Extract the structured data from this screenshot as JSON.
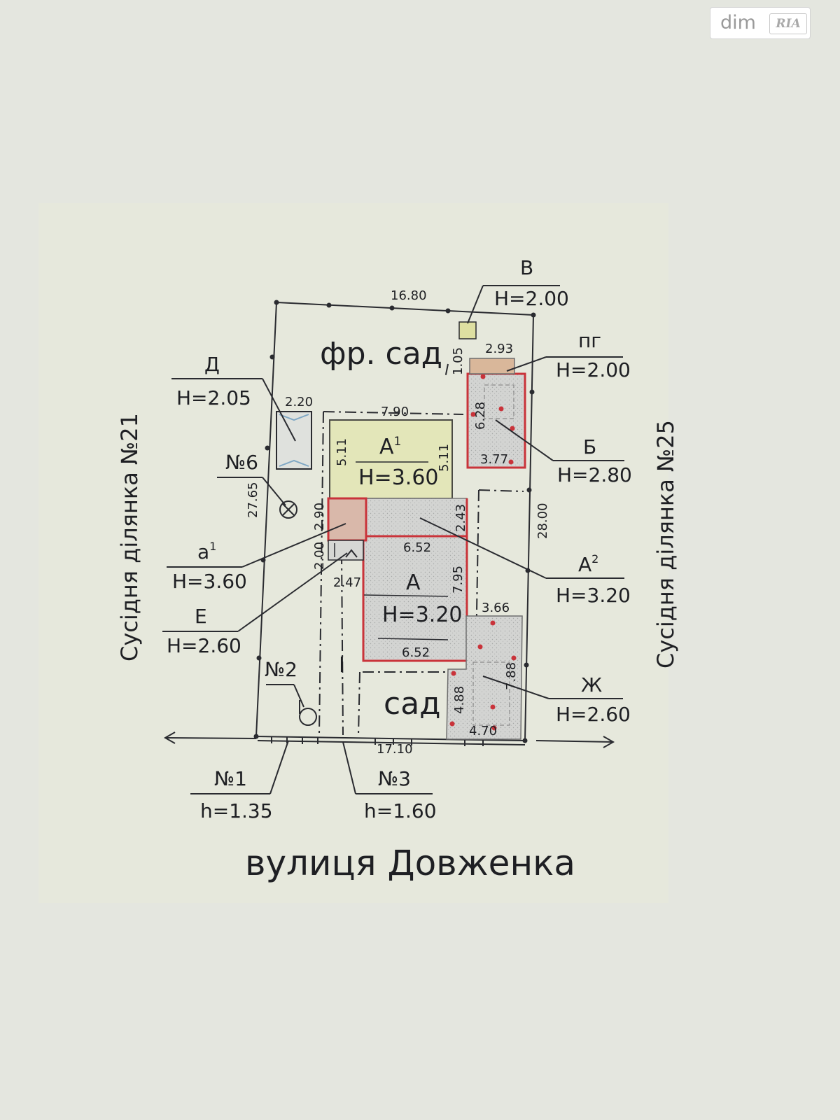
{
  "logo": {
    "brand": "dim",
    "brand_sub": "RIA"
  },
  "street": "вулиця Довженка",
  "neighbors": {
    "left": "Сусідня ділянка №21",
    "right": "Сусідня ділянка №25"
  },
  "areas": {
    "front_garden": "фр. сад",
    "garden": "сад",
    "courtyard_mark": "I"
  },
  "dimensions": {
    "top": "16.80",
    "bottom": "17.10",
    "left": "27.65",
    "right": "28.00",
    "d_top": "2.20",
    "a_top": "7.90",
    "a1_left": "5.11",
    "a1_right": "5.11",
    "a1s_h": "2.90",
    "e_h": "2.00",
    "e_w": "2.47",
    "a2_h": "2.43",
    "a2_w": "6.52",
    "a_h": "7.95",
    "a_bottom": "6.52",
    "b_h": "6.28",
    "b_w": "3.77",
    "pg_w": "2.93",
    "pg_gap": "1.05",
    "zh_w": "3.66",
    "zh_h_left": "4.88",
    "zh_h_right": "7.88",
    "zh_bottom": "4.70"
  },
  "buildings": {
    "A": {
      "name": "А",
      "height": "H=3.20"
    },
    "A1": {
      "name": "А",
      "sup": "1",
      "height": "H=3.60"
    },
    "A2": {
      "name": "А",
      "sup": "2",
      "height": "H=3.20"
    },
    "a1": {
      "name": "а",
      "sup": "1",
      "height": "H=3.60"
    },
    "B": {
      "name": "Б",
      "height": "H=2.80"
    },
    "V": {
      "name": "В",
      "height": "H=2.00"
    },
    "D": {
      "name": "Д",
      "height": "H=2.05"
    },
    "E": {
      "name": "Е",
      "height": "H=2.60"
    },
    "ZH": {
      "name": "Ж",
      "height": "H=2.60"
    },
    "PG": {
      "name": "пг",
      "height": "H=2.00"
    }
  },
  "markers": {
    "n6": {
      "name": "№6"
    },
    "n2": {
      "name": "№2"
    },
    "n1": {
      "name": "№1",
      "height": "h=1.35"
    },
    "n3": {
      "name": "№3",
      "height": "h=1.60"
    }
  },
  "colors": {
    "paper": "#e4e6df",
    "a1_fill": "#e3e6b9",
    "hatched": "#d0d1d0",
    "outline_red": "#c9333a",
    "pg_fill": "#d9b79a",
    "v_fill": "#dedfa1"
  }
}
